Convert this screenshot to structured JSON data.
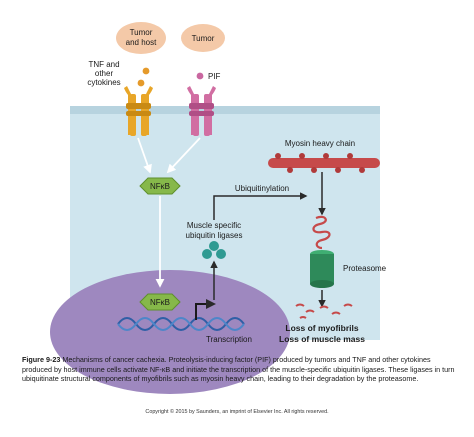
{
  "labels": {
    "source_tumor_host": [
      "Tumor",
      "and host"
    ],
    "source_tumor": "Tumor",
    "tnf_cytokines": [
      "TNF and",
      "other",
      "cytokines"
    ],
    "pif": "PIF",
    "nfkb_cytoplasm": "NFκB",
    "nfkb_nucleus": "NFκB",
    "transcription": "Transcription",
    "muscle_ligases": [
      "Muscle specific",
      "ubiquitin ligases"
    ],
    "ubiquitinylation": "Ubiquitinylation",
    "myosin": "Myosin heavy chain",
    "proteasome": "Proteasome",
    "loss": [
      "Loss of myofibrils",
      "Loss of muscle mass"
    ]
  },
  "caption": {
    "figure_label": "Figure 9-23",
    "text": "Mechanisms of cancer cachexia. Proteolysis-inducing factor (PIF) produced by tumors and TNF and other cytokines produced by host immune cells activate NF-κB and initiate the transcription of the muscle-specific ubiquitin ligases. These ligases in turn ubiquitinate structural components of myofibrils such as myosin heavy chain, leading to their degradation by the proteasome."
  },
  "copyright": "Copyright © 2015 by Saunders, an imprint of Elsevier Inc. All rights reserved.",
  "colors": {
    "cell_bg": "#cfe5ee",
    "nucleus": "#9e88bf",
    "tnf_receptor": "#e8a628",
    "pif_receptor": "#d16ea2",
    "nfkb": "#86b84a",
    "ligase": "#2f9a92",
    "proteasome": "#2e8a5a",
    "myosin": "#c64a4a",
    "source_blob": "#f4c9a8"
  }
}
